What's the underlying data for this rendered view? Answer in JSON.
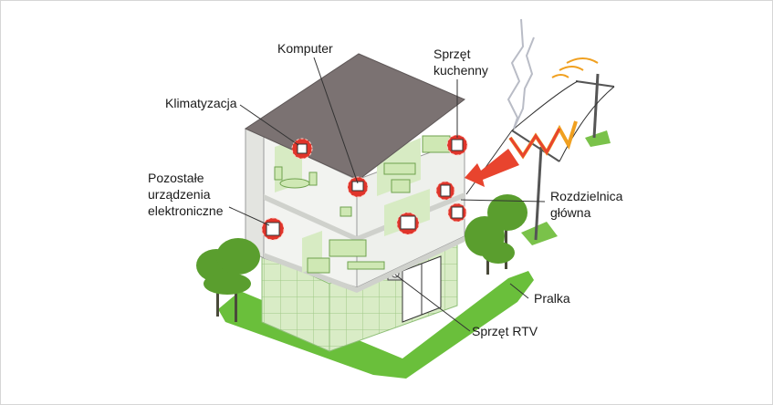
{
  "labels": {
    "komputer": "Komputer",
    "sprzet_kuchenny_1": "Sprzęt",
    "sprzet_kuchenny_2": "kuchenny",
    "klimatyzacja": "Klimatyzacja",
    "pozostale_1": "Pozostałe",
    "pozostale_2": "urządzenia",
    "pozostale_3": "elektroniczne",
    "rozdzielnica_1": "Rozdzielnica",
    "rozdzielnica_2": "główna",
    "pralka": "Pralka",
    "sprzet_rtv": "Sprzęt RTV"
  },
  "colors": {
    "grass": "#6abf3b",
    "roof": "#7b7272",
    "wall": "#ecedea",
    "green_glass": "#d7ebc3",
    "surge_red": "#e0352b",
    "arrow_red": "#e8442e",
    "wave_orange": "#f0a020",
    "lightning": "#b9bcc6",
    "tree": "#5a9e2e"
  }
}
